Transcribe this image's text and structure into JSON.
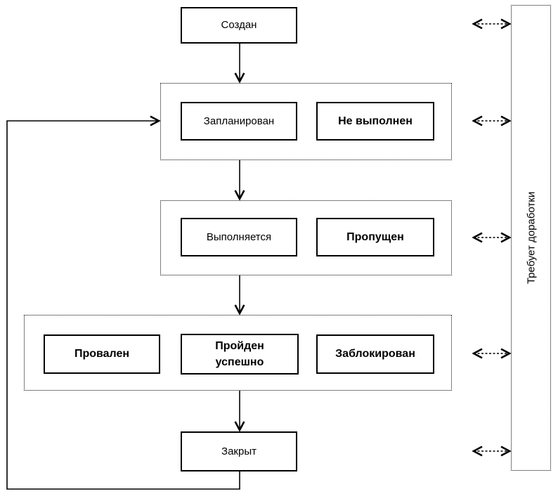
{
  "colors": {
    "line": "#000000",
    "text": "#000000",
    "background": "#ffffff",
    "box_background": "#ffffff"
  },
  "diagram": {
    "nodes": {
      "created": {
        "label": "Создан"
      },
      "planned": {
        "label": "Запланирован"
      },
      "not_executed": {
        "label": "Не выполнен"
      },
      "executing": {
        "label": "Выполняется"
      },
      "skipped": {
        "label": "Пропущен"
      },
      "failed": {
        "label": "Провален"
      },
      "passed": {
        "label": "Пройден\nуспешно"
      },
      "blocked": {
        "label": "Заблокирован"
      },
      "closed": {
        "label": "Закрыт"
      }
    },
    "side_panel": {
      "label": "Требует доработки"
    }
  }
}
